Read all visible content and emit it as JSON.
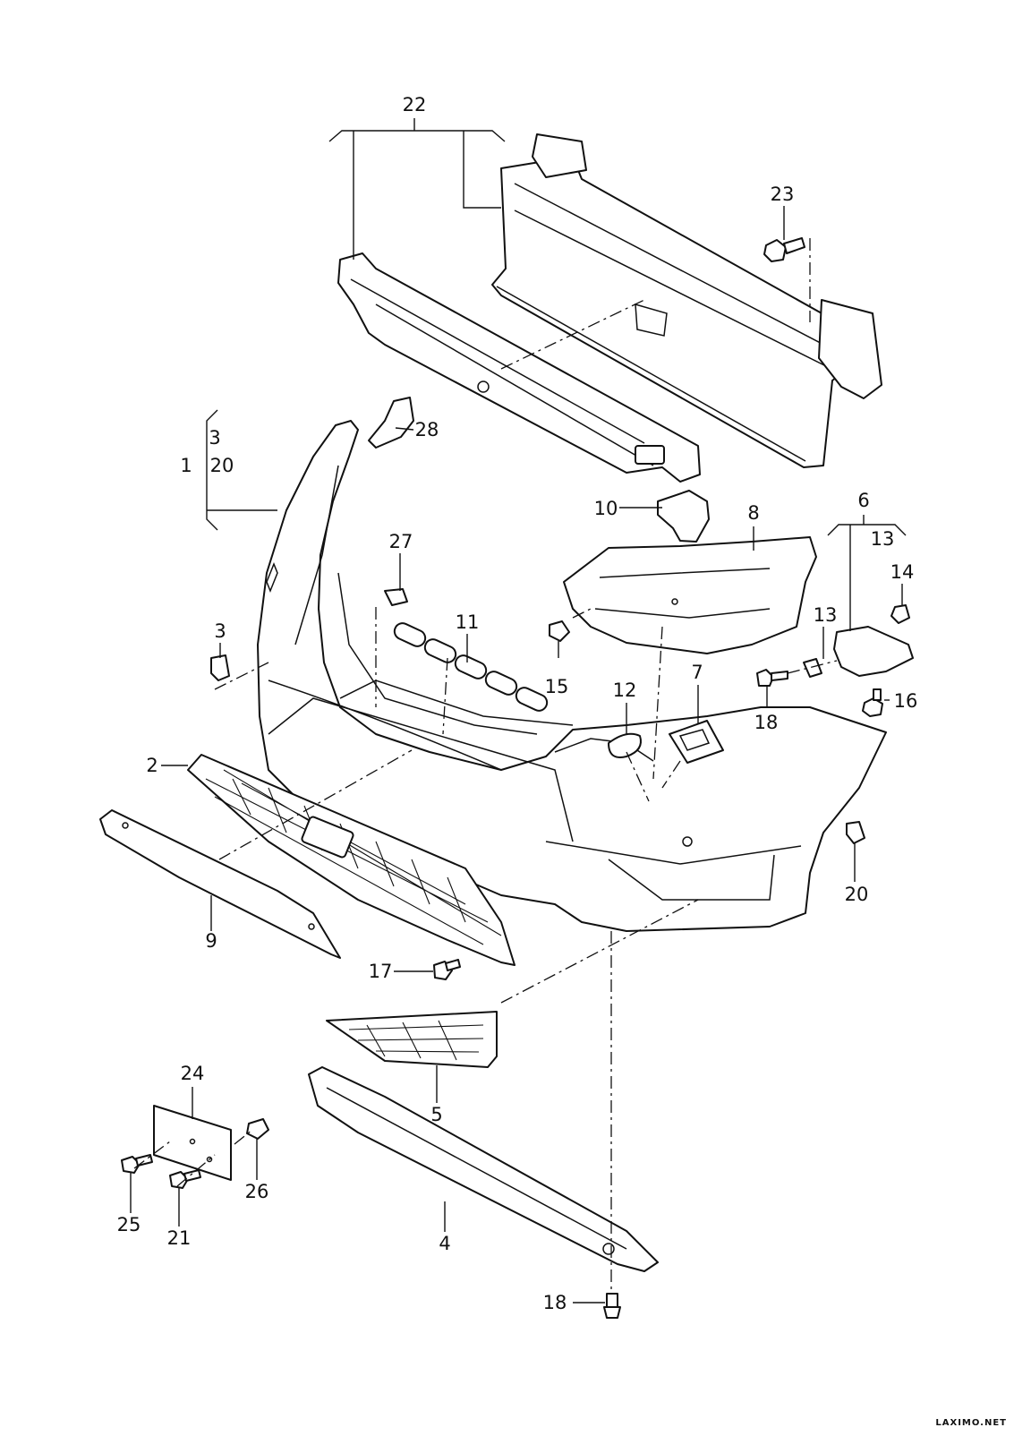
{
  "diagram": {
    "callouts": [
      {
        "id": "c1",
        "label": "1"
      },
      {
        "id": "c2",
        "label": "2"
      },
      {
        "id": "c3a",
        "label": "3"
      },
      {
        "id": "c3b",
        "label": "3"
      },
      {
        "id": "c4",
        "label": "4"
      },
      {
        "id": "c5",
        "label": "5"
      },
      {
        "id": "c6",
        "label": "6"
      },
      {
        "id": "c7",
        "label": "7"
      },
      {
        "id": "c8",
        "label": "8"
      },
      {
        "id": "c9",
        "label": "9"
      },
      {
        "id": "c10",
        "label": "10"
      },
      {
        "id": "c11",
        "label": "11"
      },
      {
        "id": "c12",
        "label": "12"
      },
      {
        "id": "c13a",
        "label": "13"
      },
      {
        "id": "c13b",
        "label": "13"
      },
      {
        "id": "c14",
        "label": "14"
      },
      {
        "id": "c15",
        "label": "15"
      },
      {
        "id": "c16",
        "label": "16"
      },
      {
        "id": "c17",
        "label": "17"
      },
      {
        "id": "c18a",
        "label": "18"
      },
      {
        "id": "c18b",
        "label": "18"
      },
      {
        "id": "c20a",
        "label": "20"
      },
      {
        "id": "c20b",
        "label": "20"
      },
      {
        "id": "c21",
        "label": "21"
      },
      {
        "id": "c22",
        "label": "22"
      },
      {
        "id": "c23",
        "label": "23"
      },
      {
        "id": "c24",
        "label": "24"
      },
      {
        "id": "c25",
        "label": "25"
      },
      {
        "id": "c26",
        "label": "26"
      },
      {
        "id": "c27",
        "label": "27"
      },
      {
        "id": "c28",
        "label": "28"
      }
    ],
    "watermark": "LAXIMO.NET"
  }
}
